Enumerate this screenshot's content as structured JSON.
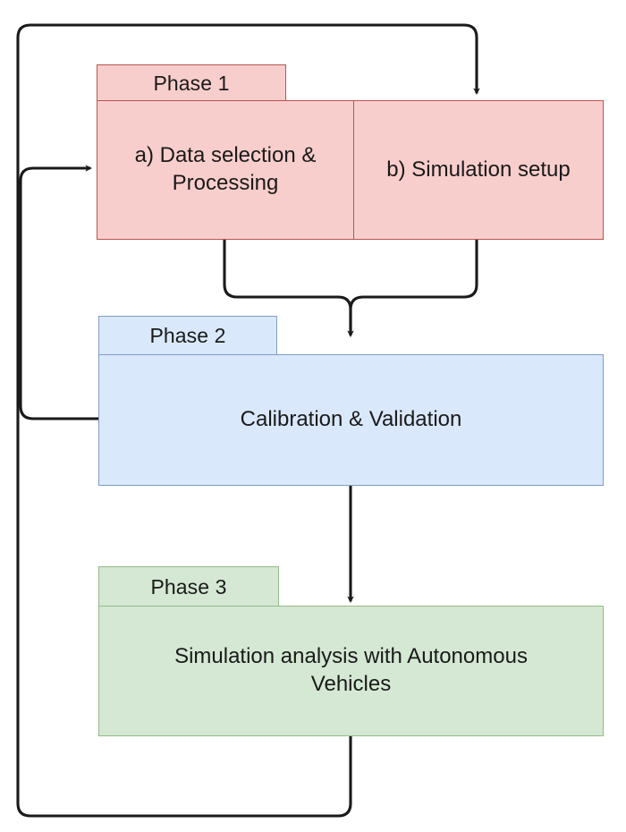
{
  "diagram": {
    "title": "Research methodology phases flowchart",
    "background": "#ffffff",
    "connector_color": "#1a1a1a"
  },
  "phases": [
    {
      "id": "phase-1",
      "tab_label": "Phase 1",
      "fill": "#f8cecc",
      "stroke": "#b85450",
      "cells": [
        {
          "id": "phase-1-a",
          "label": "a) Data selection & Processing"
        },
        {
          "id": "phase-1-b",
          "label": "b) Simulation setup"
        }
      ]
    },
    {
      "id": "phase-2",
      "tab_label": "Phase 2",
      "fill": "#dae8fc",
      "stroke": "#6c8ebf",
      "cells": [
        {
          "id": "phase-2-main",
          "label": "Calibration & Validation"
        }
      ]
    },
    {
      "id": "phase-3",
      "tab_label": "Phase 3",
      "fill": "#d5e8d4",
      "stroke": "#82b366",
      "cells": [
        {
          "id": "phase-3-main",
          "label": "Simulation analysis with Autonomous Vehicles"
        }
      ]
    }
  ],
  "connectors": [
    {
      "id": "loop-top-to-simulation-setup",
      "from": "outer-left-rail",
      "to": "phase-1-b",
      "arrow": true
    },
    {
      "id": "phase-1-to-phase-2",
      "from": "phase-1",
      "to": "phase-2",
      "arrow": true
    },
    {
      "id": "phase-2-to-phase-3",
      "from": "phase-2",
      "to": "phase-3",
      "arrow": true
    },
    {
      "id": "phase-2-feedback-to-phase-1-a",
      "from": "phase-2",
      "to": "phase-1-a",
      "arrow": true
    },
    {
      "id": "phase-3-feedback-outer-loop",
      "from": "phase-3",
      "to": "outer-left-rail",
      "arrow": false
    }
  ]
}
